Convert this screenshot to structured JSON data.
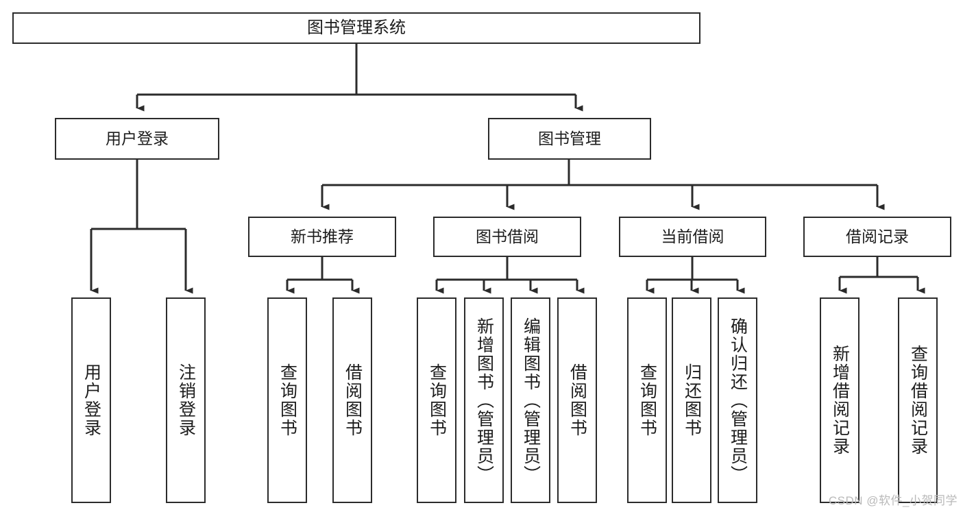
{
  "diagram": {
    "type": "tree-hierarchy",
    "title": "图书管理系统",
    "orientation": "top-down",
    "colors": {
      "box_border": "#2b2b2b",
      "box_fill": "#ffffff",
      "connector": "#2b2b2b",
      "text": "#1c1c1c",
      "watermark": "#b9b9b9",
      "background": "#ffffff"
    },
    "root": {
      "label": "图书管理系统"
    },
    "level1": [
      {
        "id": "user-login",
        "label": "用户登录"
      },
      {
        "id": "book-management",
        "label": "图书管理"
      }
    ],
    "level2": [
      {
        "id": "new-book-recommend",
        "label": "新书推荐",
        "parent": "book-management"
      },
      {
        "id": "book-borrow",
        "label": "图书借阅",
        "parent": "book-management"
      },
      {
        "id": "current-borrow",
        "label": "当前借阅",
        "parent": "book-management"
      },
      {
        "id": "borrow-record",
        "label": "借阅记录",
        "parent": "book-management"
      }
    ],
    "leaves": [
      {
        "id": "leaf-user-login",
        "label": "用户登录",
        "parent": "user-login"
      },
      {
        "id": "leaf-logout-login",
        "label": "注销登录",
        "parent": "user-login"
      },
      {
        "id": "leaf-query-book-1",
        "label": "查询图书",
        "parent": "new-book-recommend"
      },
      {
        "id": "leaf-borrow-book-1",
        "label": "借阅图书",
        "parent": "new-book-recommend"
      },
      {
        "id": "leaf-query-book-2",
        "label": "查询图书",
        "parent": "book-borrow"
      },
      {
        "id": "leaf-add-book",
        "label": "新增图书（管理员）",
        "parent": "book-borrow"
      },
      {
        "id": "leaf-edit-book",
        "label": "编辑图书（管理员）",
        "parent": "book-borrow"
      },
      {
        "id": "leaf-borrow-book-2",
        "label": "借阅图书",
        "parent": "book-borrow"
      },
      {
        "id": "leaf-query-book-3",
        "label": "查询图书",
        "parent": "current-borrow"
      },
      {
        "id": "leaf-return-book",
        "label": "归还图书",
        "parent": "current-borrow"
      },
      {
        "id": "leaf-confirm-return",
        "label": "确认归还（管理员）",
        "parent": "current-borrow"
      },
      {
        "id": "leaf-add-record",
        "label": "新增借阅记录",
        "parent": "borrow-record"
      },
      {
        "id": "leaf-query-record",
        "label": "查询借阅记录",
        "parent": "borrow-record"
      }
    ]
  },
  "watermark": {
    "text": "CSDN @软件_小贺同学"
  }
}
